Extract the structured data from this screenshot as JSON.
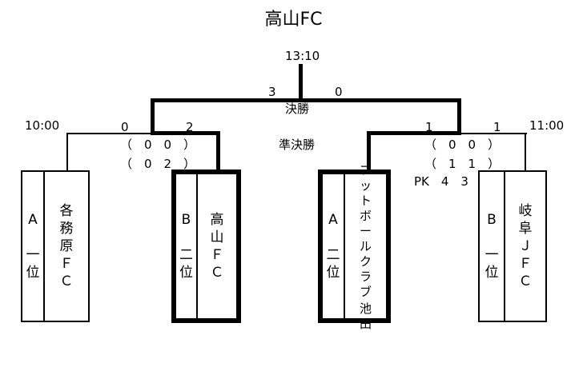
{
  "title": "高山FC",
  "final": {
    "label": "決勝",
    "time": "13:10",
    "score_left": "3",
    "score_right": "0"
  },
  "semifinal": {
    "label": "準決勝",
    "left": {
      "time": "10:00",
      "score_left": "0",
      "score_right": "2",
      "half1": "（　0　0　）",
      "half2": "（　0　2　）"
    },
    "right": {
      "time": "11:00",
      "score_left": "1",
      "score_right": "1",
      "half1": "（　0　0　）",
      "half2": "（　1　1　）",
      "pk": "PK　4　3"
    }
  },
  "teams": [
    {
      "rank_chars": [
        "A",
        "一",
        "位"
      ],
      "name_chars": [
        "各",
        "務",
        "原",
        "Ｆ",
        "Ｃ"
      ],
      "advanced": false
    },
    {
      "rank_chars": [
        "B",
        "二",
        "位"
      ],
      "name_chars": [
        "高",
        "山",
        "Ｆ",
        "Ｃ"
      ],
      "advanced": true
    },
    {
      "rank_chars": [
        "A",
        "二",
        "位"
      ],
      "name_col1": [
        "フ",
        "ッ",
        "ト",
        "ボ",
        "ー",
        "ル",
        "ク",
        "ラ",
        "ブ"
      ],
      "name_col2": [
        "池",
        "田"
      ],
      "advanced": true
    },
    {
      "rank_chars": [
        "B",
        "一",
        "位"
      ],
      "name_chars": [
        "岐",
        "阜",
        "Ｊ",
        "Ｆ",
        "Ｃ"
      ],
      "advanced": false
    }
  ],
  "colors": {
    "line": "#000000",
    "background": "#ffffff"
  }
}
